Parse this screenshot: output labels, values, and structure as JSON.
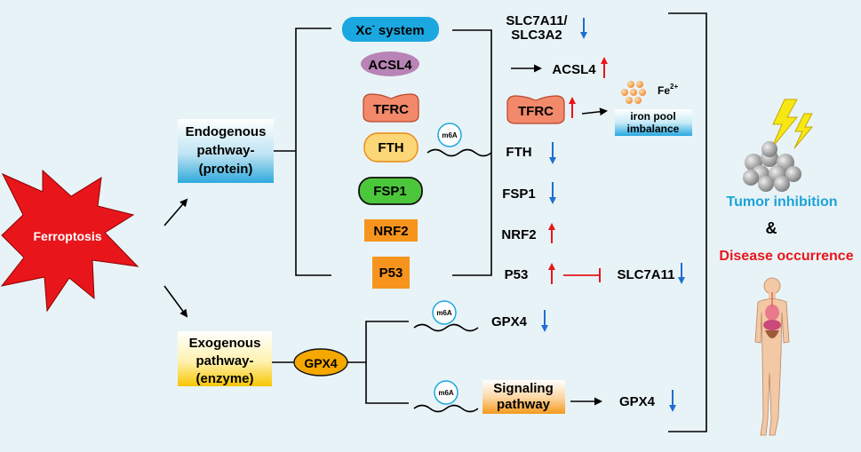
{
  "ferroptosis": "Ferroptosis",
  "endogenous": [
    "Endogenous",
    "pathway-",
    "(protein)"
  ],
  "exogenous": [
    "Exogenous",
    "pathway-",
    "(enzyme)"
  ],
  "proteins": {
    "xc": "Xc",
    "xc_sup": "-",
    "xc_rest": " system",
    "acsl4": "ACSL4",
    "tfrc": "TFRC",
    "fth": "FTH",
    "fsp1": "FSP1",
    "nrf2": "NRF2",
    "p53": "P53",
    "gpx4": "GPX4"
  },
  "m6a": "m6A",
  "targets": {
    "slc": [
      "SLC7A11/",
      "SLC3A2"
    ],
    "acsl4": "ACSL4",
    "tfrc": "TFRC",
    "fth": "FTH",
    "fsp1": "FSP1",
    "nrf2": "NRF2",
    "p53": "P53",
    "slc7a11": "SLC7A11",
    "gpx4_1": "GPX4",
    "gpx4_2": "GPX4"
  },
  "iron": {
    "fe": "Fe",
    "fe_sup": "2+",
    "line1": "iron pool",
    "line2": "imbalance"
  },
  "signaling": [
    "Signaling",
    "pathway"
  ],
  "outcomes": {
    "tumor": "Tumor inhibition",
    "amp": "&",
    "disease": "Disease occurrence",
    "tumor_color": "#1aa3d9",
    "disease_color": "#e8161b"
  },
  "colors": {
    "up_arrow": "#e8161b",
    "down_arrow": "#1f6fd1",
    "xc": "#1ba7e0",
    "acsl4": "#b883b5",
    "tfrc": "#f2896b",
    "fth": "#fbd777",
    "fsp1": "#4cc63b",
    "nrf2": "#f7941d",
    "gpx4": "#f5a800"
  }
}
